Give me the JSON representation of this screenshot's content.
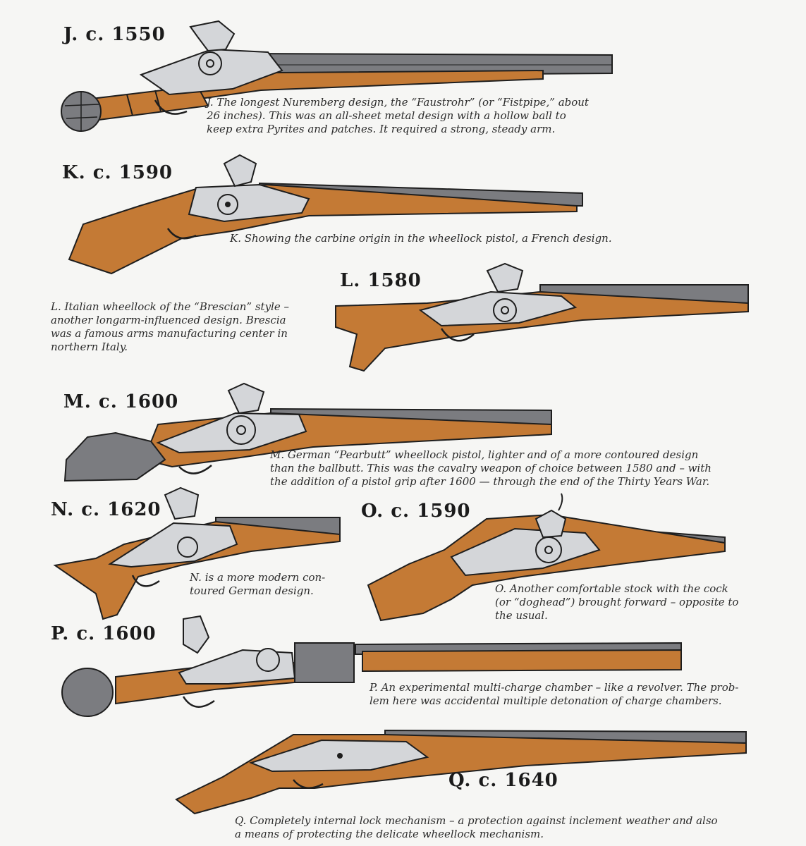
{
  "colors": {
    "wood": "#c47a35",
    "metal": "#d4d6d9",
    "barrel": "#7b7c80",
    "ink": "#1e1e1e",
    "paper": "#f6f6f4"
  },
  "items": {
    "J": {
      "heading": "J. c. 1550",
      "caption": [
        "J. The longest Nuremberg design, the “Faustrohr” (or “Fistpipe,” about",
        "26 inches). This was an all-sheet metal design with a hollow ball to",
        "keep extra Pyrites and patches. It required a strong, steady arm."
      ]
    },
    "K": {
      "heading": "K. c. 1590",
      "caption": [
        "K. Showing the carbine origin in the wheellock pistol, a French design."
      ]
    },
    "L": {
      "heading": "L. 1580",
      "caption": [
        "L. Italian wheellock of the “Brescian” style –",
        "another longarm-influenced design. Brescia",
        "was a famous arms manufacturing center in",
        "northern Italy."
      ]
    },
    "M": {
      "heading": "M. c. 1600",
      "caption": [
        "M. German “Pearbutt” wheellock pistol, lighter and of a more contoured design",
        "than the ballbutt. This was the cavalry weapon of choice between 1580 and – with",
        "the addition of a pistol grip after 1600 — through the end of the Thirty Years War."
      ]
    },
    "N": {
      "heading": "N. c. 1620",
      "caption": [
        "N. is a more modern con-",
        "toured German design."
      ]
    },
    "O": {
      "heading": "O. c. 1590",
      "caption": [
        "O. Another comfortable stock with the cock",
        "(or “doghead”) brought forward – opposite to",
        "the usual."
      ]
    },
    "P": {
      "heading": "P. c. 1600",
      "caption": [
        "P. An experimental multi-charge chamber – like a revolver. The prob-",
        "lem here was accidental multiple detonation of charge chambers."
      ]
    },
    "Q": {
      "heading": "Q. c. 1640",
      "caption": [
        "Q. Completely internal lock mechanism – a protection against inclement weather and also",
        "a means of protecting the delicate wheellock mechanism."
      ]
    }
  }
}
